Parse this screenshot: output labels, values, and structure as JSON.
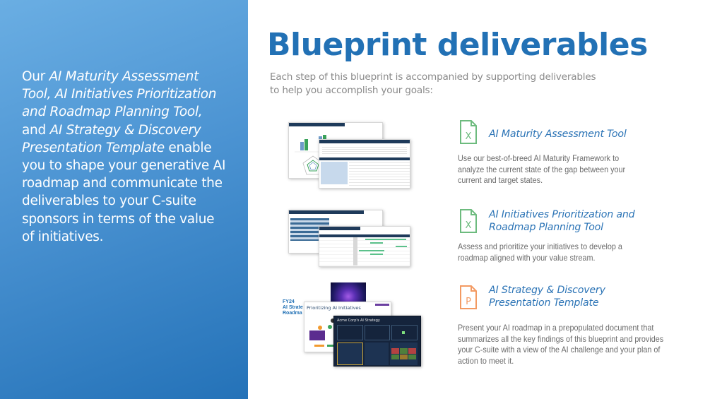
{
  "left_panel": {
    "segments": [
      {
        "text": "Our ",
        "italic": false
      },
      {
        "text": "AI Maturity Assessment Tool, AI Initiatives Prioritization and Roadmap Planning Tool,",
        "italic": true
      },
      {
        "text": " and ",
        "italic": false
      },
      {
        "text": "AI Strategy & Discovery Presentation Template",
        "italic": true
      },
      {
        "text": " enable you to shape your generative AI roadmap and communicate the deliverables to your C-suite sponsors in terms of the value of initiatives.",
        "italic": false
      }
    ]
  },
  "header": {
    "title": "Blueprint deliverables",
    "subtitle": "Each step of this blueprint is accompanied by supporting deliverables to help you accomplish your goals:"
  },
  "deliverables": [
    {
      "icon": "excel-file-icon",
      "icon_letter": "X",
      "icon_color": "#6dbb7e",
      "title": "AI Maturity Assessment Tool",
      "description": "Use our best-of-breed AI Maturity Framework to analyze the current state of the gap between your current and target states."
    },
    {
      "icon": "excel-file-icon",
      "icon_letter": "X",
      "icon_color": "#6dbb7e",
      "title": "AI Initiatives Prioritization and Roadmap Planning Tool",
      "description": "Assess and prioritize your initiatives to develop a roadmap aligned with your value stream."
    },
    {
      "icon": "powerpoint-file-icon",
      "icon_letter": "P",
      "icon_color": "#f39a62",
      "title": "AI Strategy & Discovery Presentation Template",
      "description": "Present your AI roadmap in a prepopulated document that summarizes all the key findings of this blueprint and provides your C-suite with a view of the AI challenge and your plan of action to meet it."
    }
  ],
  "thumbnails": {
    "presentation_cover": {
      "line1": "FY24",
      "line2": "AI Strate",
      "line3": "Roadma"
    },
    "prioritizing_slide_title": "Prioritizing AI Initiatives",
    "strategy_slide_title": "Acme Corp's AI Strategy"
  },
  "colors": {
    "accent_blue": "#2271b5",
    "excel_green": "#6dbb7e",
    "ppt_orange": "#f39a62"
  }
}
